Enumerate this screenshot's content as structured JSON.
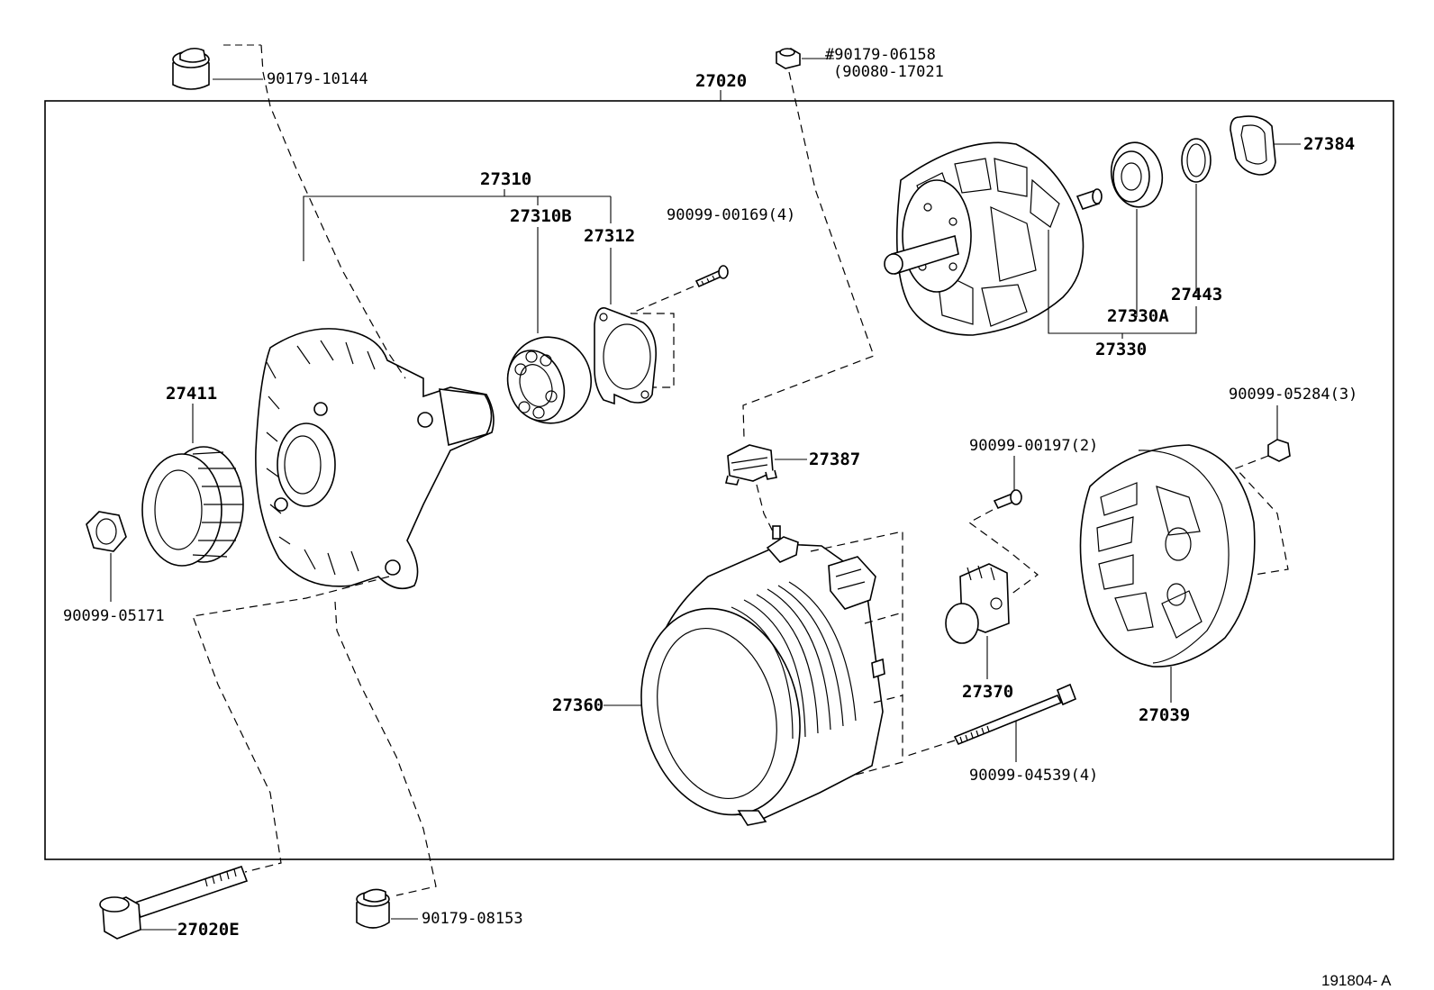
{
  "diagram": {
    "assembly": "27020",
    "figure_id": "191804- A",
    "labels": {
      "p90179_10144": "90179-10144",
      "p90179_06158": "#90179-06158",
      "p90080_17021": "(90080-17021",
      "p27310": "27310",
      "p27310b": "27310B",
      "p27312": "27312",
      "p90099_00169": "90099-00169(4)",
      "p27384": "27384",
      "p27443": "27443",
      "p27330a": "27330A",
      "p27330": "27330",
      "p27411": "27411",
      "p27387": "27387",
      "p90099_05284": "90099-05284(3)",
      "p90099_00197": "90099-00197(2)",
      "p90099_05171": "90099-05171",
      "p27360": "27360",
      "p27370": "27370",
      "p27039": "27039",
      "p90099_04539": "90099-04539(4)",
      "p27020e": "27020E",
      "p90179_08153": "90179-08153"
    }
  }
}
